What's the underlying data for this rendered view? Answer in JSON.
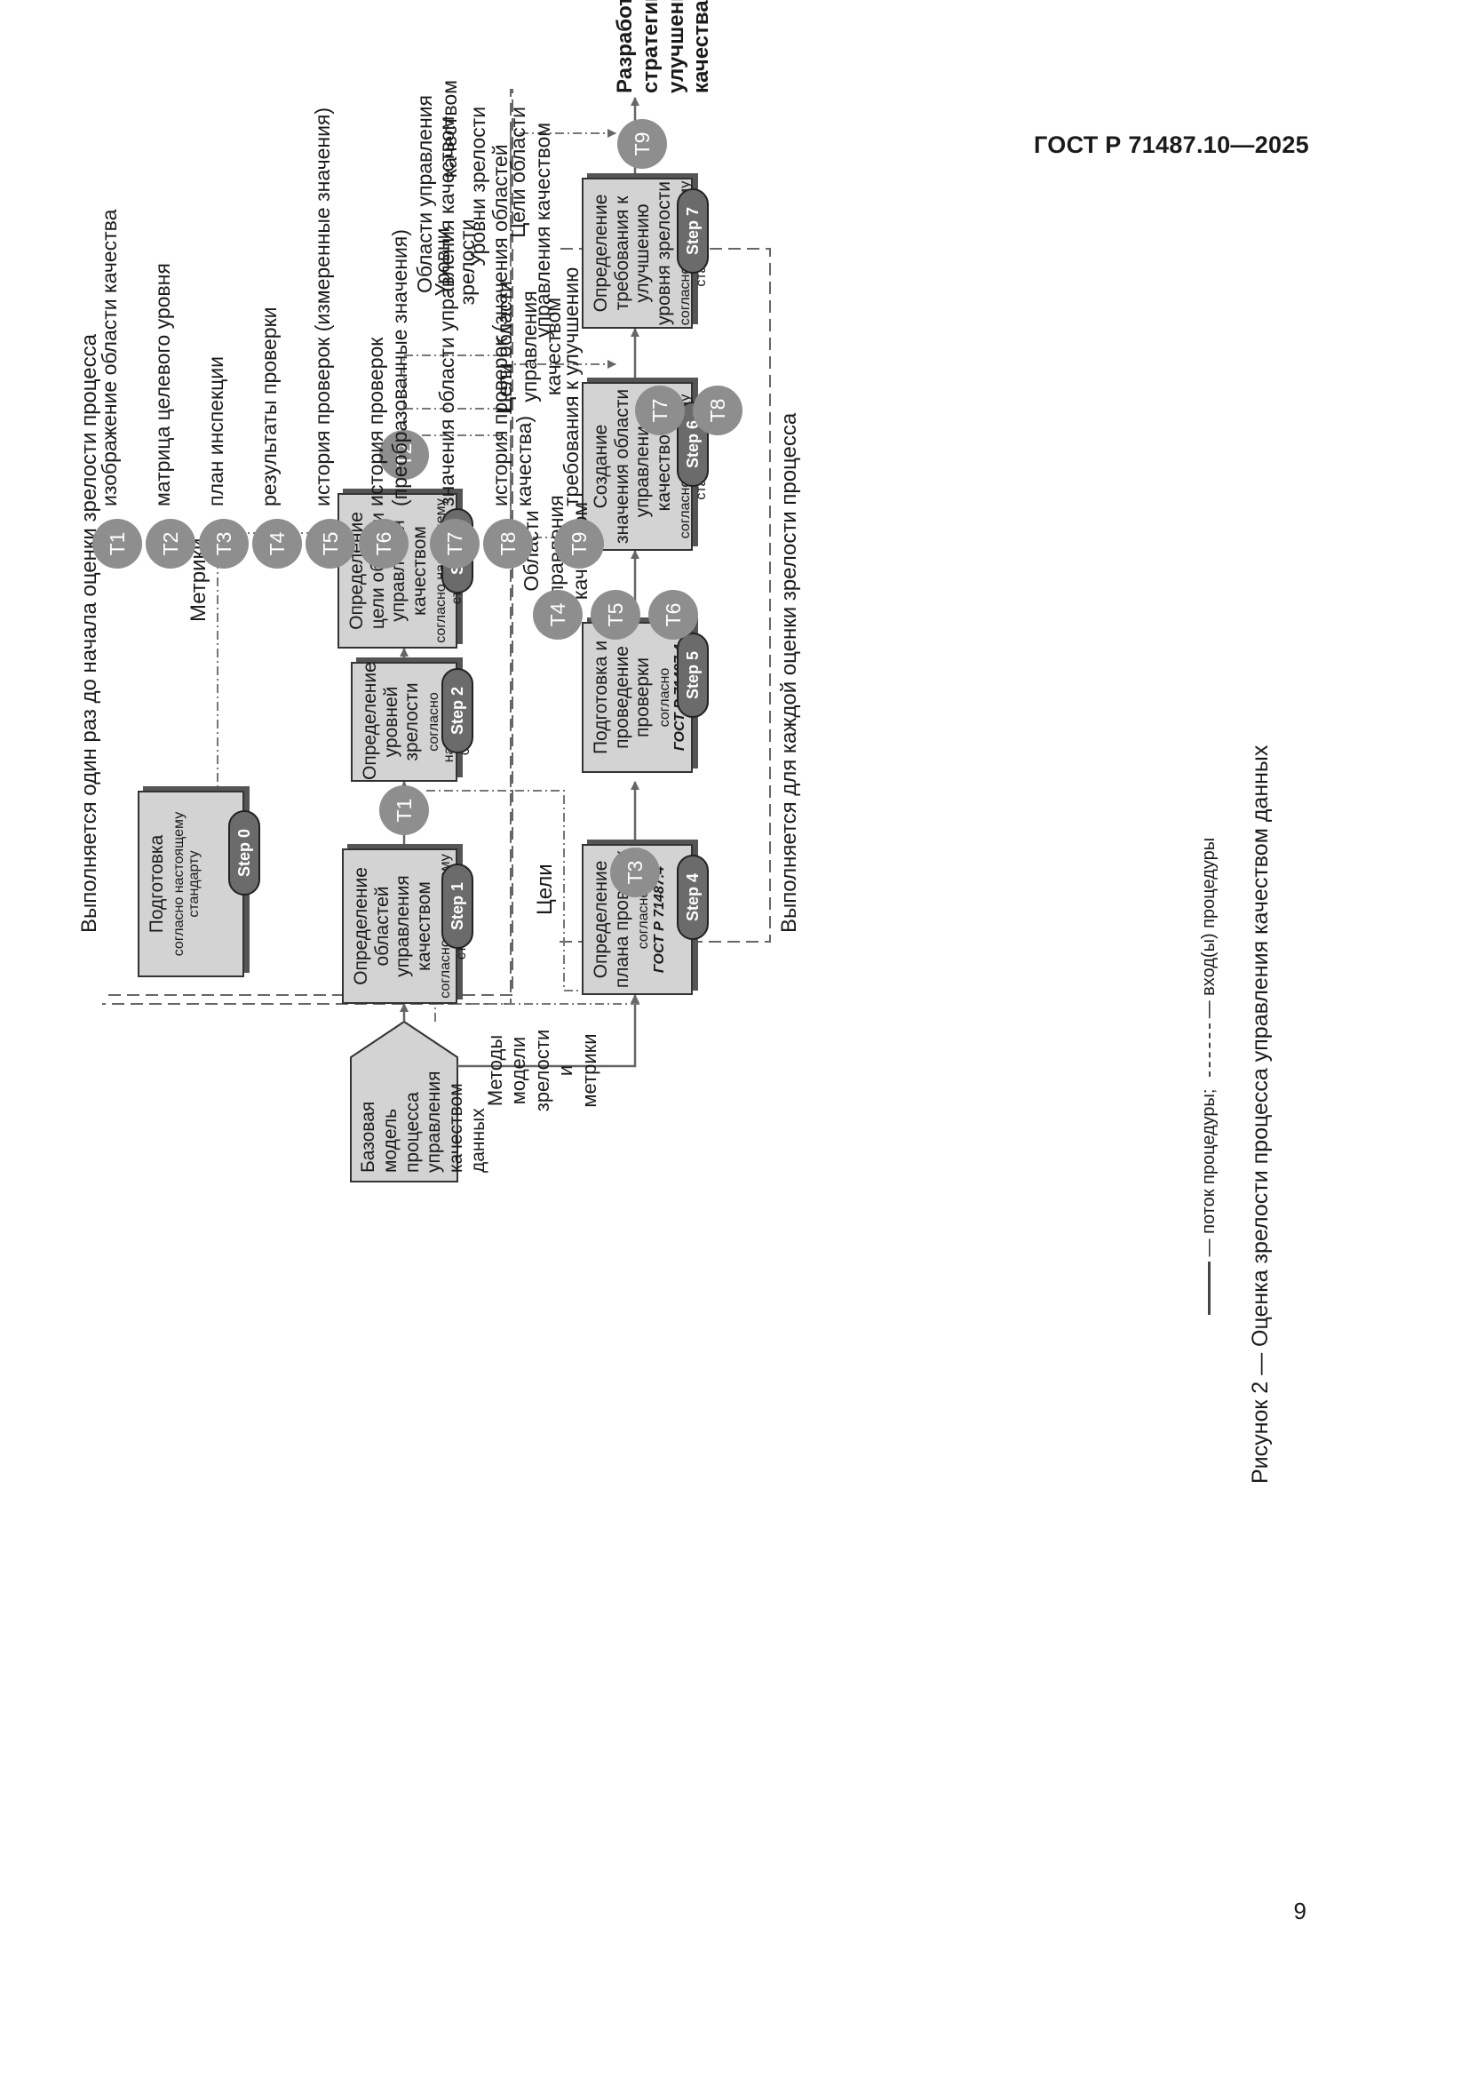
{
  "header": {
    "doc_code": "ГОСТ Р 71487.10—2025"
  },
  "footer": {
    "page_number": "9"
  },
  "figure": {
    "caption": "Рисунок 2 — Оценка зрелости процесса управления качеством данных",
    "frame_once_label": "Выполняется один раз до начала оценки зрелости процесса",
    "frame_each_label": "Выполняется для каждой оценки зрелости процесса",
    "base_model": [
      "Базовая",
      "модель",
      "процесса",
      "управления",
      "качеством",
      "данных"
    ],
    "steps": [
      {
        "badge": "Step 0",
        "title": "Подготовка",
        "sub": "согласно настоящему стандарту"
      },
      {
        "badge": "Step 1",
        "title": "Определение областей управления качеством",
        "sub": "согласно настоящему стандарту"
      },
      {
        "badge": "Step 2",
        "title": "Определение уровней зрелости",
        "sub": "согласно настоящему стандарту"
      },
      {
        "badge": "Step 3",
        "title": "Определение цели области управления качеством",
        "sub": "согласно настоящему стандарту"
      },
      {
        "badge": "Step 4",
        "title": "Определение плана проверок",
        "sub": "согласно",
        "ref": "ГОСТ Р 71487.4"
      },
      {
        "badge": "Step 5",
        "title": "Подготовка и проведение проверки",
        "sub": "согласно",
        "ref": "ГОСТ Р 71487.4"
      },
      {
        "badge": "Step 6",
        "title": "Создание значения области управления качеством",
        "sub": "согласно настоящему стандарту"
      },
      {
        "badge": "Step 7",
        "title": "Определение требования к улучшению уровня зрелости",
        "sub": "согласно настоящему стандарту"
      }
    ],
    "final_node": "Разработка стратегии улучшения качества",
    "flow_labels": {
      "metrics": "Метрики",
      "goals": "Цели",
      "methods": [
        "Методы",
        "модели",
        "зрелости",
        "и",
        "метрики"
      ],
      "areas_to_step6": [
        "Области",
        "управления",
        "качеством"
      ],
      "levels_to_step7": [
        "Уровни",
        "зрелости"
      ],
      "goals_to_step7": [
        "Цели области",
        "управления",
        "качеством"
      ],
      "areas_to_final": [
        "Области управления",
        "качеством"
      ],
      "levels_to_final": "Уровни зрелости",
      "goals_to_final": [
        "Цели области",
        "управления качеством"
      ]
    },
    "tokens": [
      "T1",
      "T2",
      "T3",
      "T4",
      "T5",
      "T6",
      "T7",
      "T8",
      "T9"
    ],
    "legend_items": [
      {
        "token": "T1",
        "text": "изображение области качества"
      },
      {
        "token": "T2",
        "text": "матрица целевого уровня"
      },
      {
        "token": "T3",
        "text": "план инспекции"
      },
      {
        "token": "T4",
        "text": "результаты проверки"
      },
      {
        "token": "T5",
        "text": "история проверок (измеренные значения)"
      },
      {
        "token": "T6",
        "line1": "история проверок",
        "line2": "(преобразованные значения)"
      },
      {
        "token": "T7",
        "text": "значения области управления качеством"
      },
      {
        "token": "T8",
        "line1": "история проверок (значения областей",
        "line2": "качества)"
      },
      {
        "token": "T9",
        "text": "требования к улучшению"
      }
    ],
    "line_legend": {
      "flow": "— поток процедуры;",
      "input": "— вход(ы) процедуры"
    }
  }
}
